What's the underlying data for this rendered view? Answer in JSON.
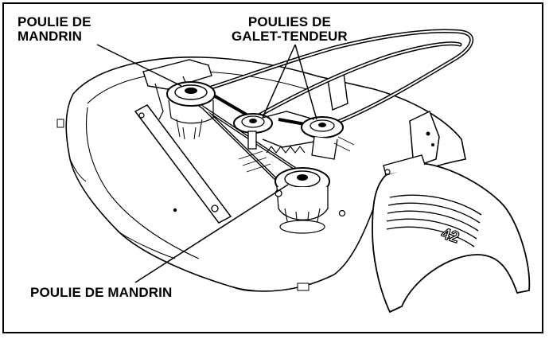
{
  "labels": {
    "spindle_pulley_top": {
      "line1": "POULIE DE",
      "line2": "MANDRIN"
    },
    "idler_pulleys": {
      "line1": "POULIES DE",
      "line2": "GALET-TENDEUR"
    },
    "spindle_pulley_bottom": "POULIE DE MANDRIN"
  },
  "deck_badge": "42"
}
